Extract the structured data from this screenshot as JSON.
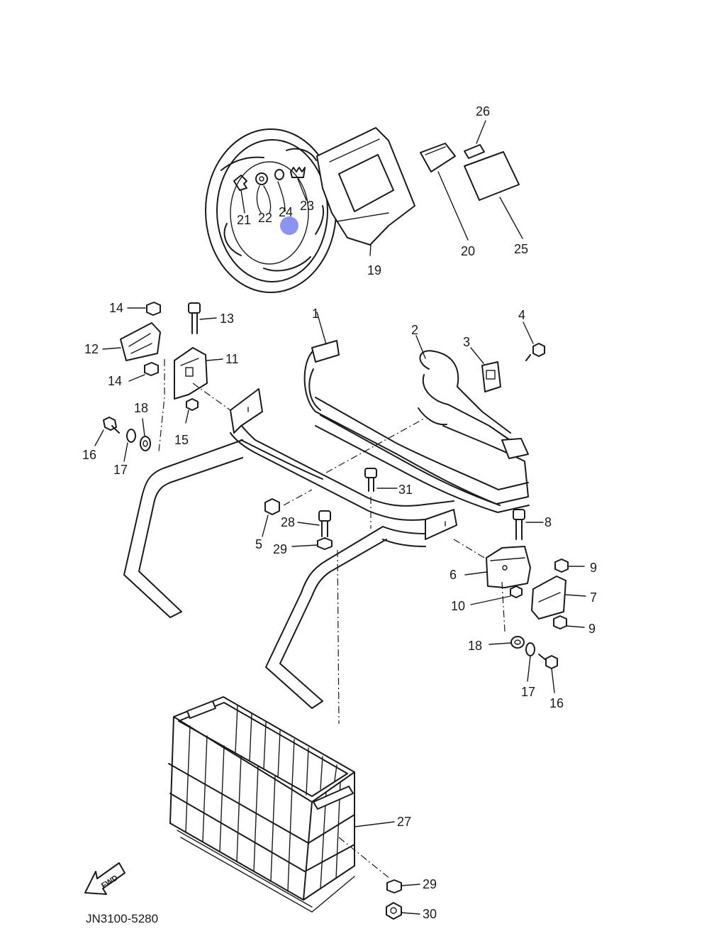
{
  "diagram": {
    "part_labels": {
      "p1": "1",
      "p2": "2",
      "p3": "3",
      "p4": "4",
      "p5": "5",
      "p6": "6",
      "p7": "7",
      "p8": "8",
      "p9a": "9",
      "p9b": "9",
      "p10": "10",
      "p11": "11",
      "p12": "12",
      "p13": "13",
      "p14a": "14",
      "p14b": "14",
      "p15": "15",
      "p16a": "16",
      "p16b": "16",
      "p17a": "17",
      "p17b": "17",
      "p18a": "18",
      "p18b": "18",
      "p19": "19",
      "p20": "20",
      "p21": "21",
      "p22": "22",
      "p23": "23",
      "p24": "24",
      "p25": "25",
      "p26": "26",
      "p27": "27",
      "p28": "28",
      "p29a": "29",
      "p29b": "29",
      "p30": "30",
      "p31": "31"
    },
    "fwd_label": "FWD",
    "drawing_code": "JN3100-5280",
    "marker_color": "#8a95f2"
  }
}
